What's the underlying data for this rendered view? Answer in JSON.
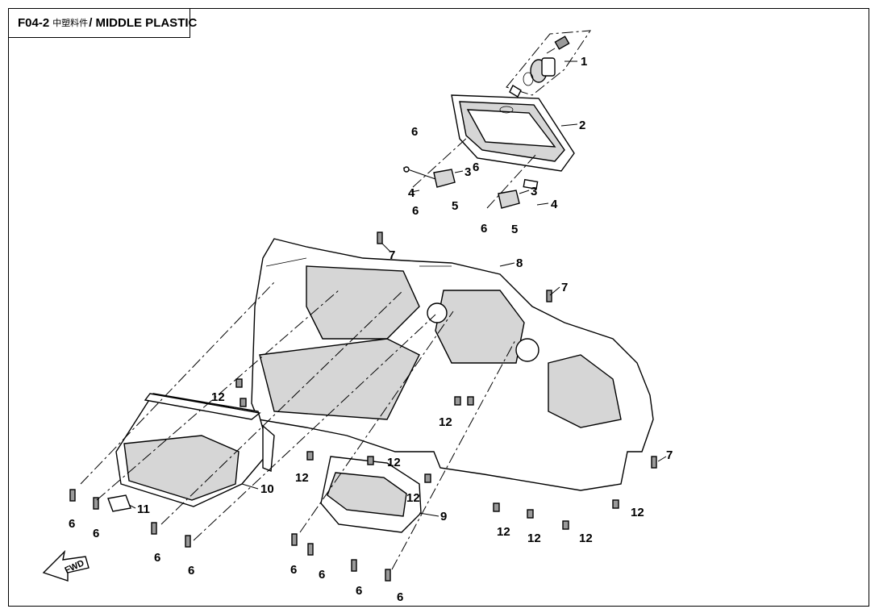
{
  "title": {
    "code": "F04-2",
    "name_cn": "中塑料件",
    "name_en": "/ MIDDLE PLASTIC"
  },
  "fwd_label": "FWD",
  "callouts": [
    "1",
    "2",
    "3",
    "3",
    "4",
    "4",
    "5",
    "5",
    "6",
    "6",
    "6",
    "6",
    "6",
    "6",
    "6",
    "6",
    "6",
    "6",
    "6",
    "6",
    "7",
    "7",
    "7",
    "8",
    "9",
    "10",
    "11",
    "12",
    "12",
    "12",
    "12",
    "12",
    "12",
    "12",
    "12",
    "12"
  ]
}
